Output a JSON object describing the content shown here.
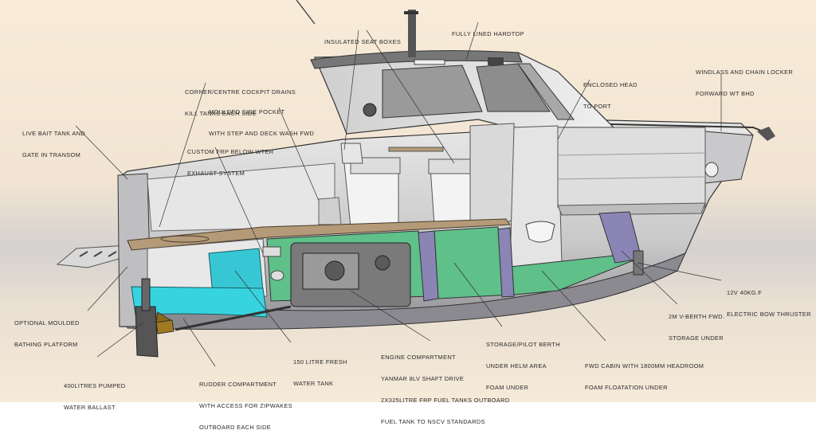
{
  "labels": {
    "insulated_seat_boxes": [
      "INSULATED SEAT BOXES"
    ],
    "fully_lined_hardtop": [
      "FULLY LINED HARDTOP"
    ],
    "windlass": [
      "WINDLASS AND CHAIN LOCKER",
      "FORWARD WT BHD"
    ],
    "enclosed_head": [
      "ENCLOSED HEAD",
      "TO PORT"
    ],
    "cockpit_drains": [
      "CORNER/CENTRE COCKPIT DRAINS",
      "KILL TANKS EACH SIDE"
    ],
    "side_pocket": [
      "MOULDED SIDE POCKET",
      "WITH STEP AND DECK WASH FWD"
    ],
    "live_bait": [
      "LIVE BAIT TANK AND",
      "GATE IN TRANSOM"
    ],
    "exhaust": [
      "CUSTOM FRP BELOW WTER",
      "EXHAUST SYSTEM"
    ],
    "bow_thruster": [
      "12V 40KG.F",
      "ELECTRIC BOW THRUSTER"
    ],
    "v_berth": [
      "2M V-BERTH FWD.",
      "STORAGE UNDER"
    ],
    "bathing_platform": [
      "OPTIONAL MOULDED",
      "BATHING PLATFORM"
    ],
    "water_ballast": [
      "400LITRES PUMPED",
      "WATER BALLAST"
    ],
    "rudder_compartment": [
      "RUDDER COMPARTMENT",
      "WITH ACCESS FOR ZIPWAKES",
      "OUTBOARD EACH SIDE"
    ],
    "fresh_water": [
      "150 LITRE FRESH",
      "WATER TANK"
    ],
    "engine_compartment": [
      "ENGINE COMPARTMENT",
      "YANMAR 8LV SHAFT DRIVE",
      "2X325LITRE FRP FUEL TANKS OUTBOARD",
      "FUEL TANK TO NSCV STANDARDS"
    ],
    "storage_berth": [
      "STORAGE/PILOT BERTH",
      "UNDER HELM AREA",
      "FOAM UNDER"
    ],
    "fwd_cabin": [
      "FWD CABIN WITH 1800MM HEADROOM",
      "FOAM FLOATATION UNDER"
    ]
  },
  "colors": {
    "hull": "#d8d8d6",
    "hull_shadow": "#9a9a9c",
    "deck": "#b49a78",
    "bulkhead": "#8a85b5",
    "bilge_green": "#5fc08a",
    "ballast_cyan": "#37d4e0",
    "sky_top": "#f6ead8",
    "sea": "#c8c8cc"
  }
}
